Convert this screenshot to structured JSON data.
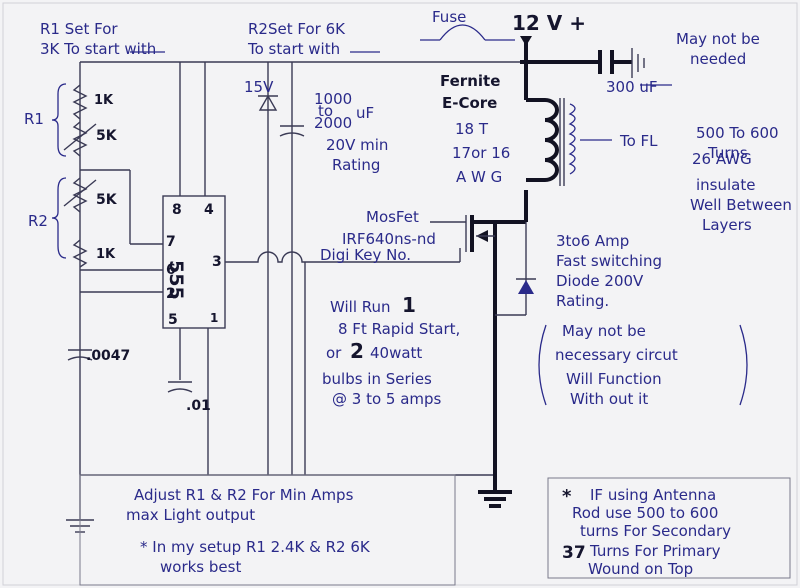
{
  "notes": {
    "r1_title": "R1  Set For",
    "r1_sub": "3K  To start with",
    "r2_title": "R2Set For 6K",
    "r2_sub": "To start with",
    "fuse": "Fuse",
    "supply": "12 V +",
    "may_not": "May not be",
    "needed": "needed",
    "cap_300": "300 uF",
    "ferrite": "Fernite",
    "ecore": "E-Core",
    "turns18": "18 T",
    "turns17": "17or 16",
    "awg": "A W G",
    "cap_big_1": "1000",
    "cap_big_2": "to",
    "cap_big_3": "2000",
    "cap_big_uf": "uF",
    "rating_20v_1": "20V min",
    "rating_20v_2": "Rating",
    "zener": "15V",
    "to_fl": "To  FL",
    "fl_turns_1": "500 To 600",
    "fl_turns_2": "Turns",
    "fl_awg": "26 AWG",
    "insulate_1": "insulate",
    "insulate_2": "Well Between",
    "insulate_3": "Layers",
    "mosfet": "MosFet",
    "irf": "IRF640ns-nd",
    "digikey": "Digi Key No.",
    "diode_1": "3to6 Amp",
    "diode_2": "Fast switching",
    "diode_3": "Diode 200V",
    "diode_4": "Rating.",
    "may_circuit_1": "May not be",
    "may_circuit_2": "necessary circut",
    "may_circuit_3": "Will Function",
    "may_circuit_4": "With out it",
    "run_1": "Will Run",
    "run_1_num": "1",
    "run_2": "8 Ft Rapid Start,",
    "run_3_pre": "or",
    "run_3_num": "2",
    "run_3_post": "40watt",
    "run_4": "bulbs in Series",
    "run_5": "@ 3 to 5 amps",
    "r1_label": "R1",
    "r2_label": "R2",
    "r1_1k": "1K",
    "r1_5k": "5K",
    "r2_5k": "5K",
    "r2_1k": "1K",
    "cap_0047": ".0047",
    "cap_01": ".01",
    "chip": "555",
    "pin8": "8",
    "pin4": "4",
    "pin7": "7",
    "pin6": "6",
    "pin3": "3",
    "pin2": "2",
    "pin5": "5",
    "pin1": "1",
    "adjust_1": "Adjust  R1 & R2  For Min Amps",
    "adjust_2": "max Light output",
    "setup_1": "* In my setup  R1 2.4K & R2 6K",
    "setup_2": "works best",
    "antenna_1": "IF using  Antenna",
    "antenna_2": "Rod  use  500 to 600",
    "antenna_3": "turns For Secondary",
    "antenna_4_num": "37",
    "antenna_4": "Turns For Primary",
    "antenna_5": "Wound on Top"
  }
}
